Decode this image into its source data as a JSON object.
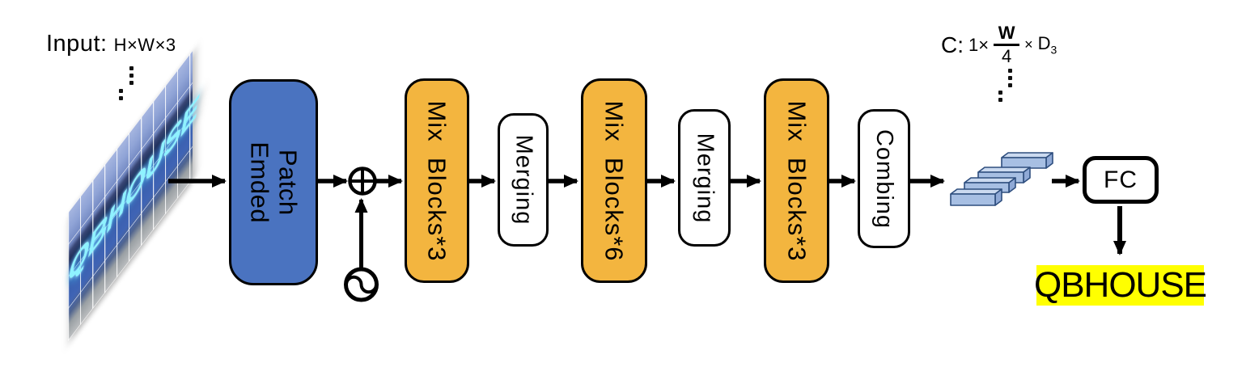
{
  "input": {
    "label": "Input:",
    "dims": "H×W×3",
    "image_text": "QBHOUSE"
  },
  "pipeline": {
    "patch_embed": "Patch Emded",
    "mix_blocks_1": "Mix  Blocks*3",
    "merging_1": "Merging",
    "mix_blocks_2": "Mix  Blocks*6",
    "merging_2": "Merging",
    "mix_blocks_3": "Mix  Blocks*3",
    "combing": "Combing",
    "fc": "FC"
  },
  "feature_shape": {
    "prefix": "C:",
    "batch": "1×",
    "numerator": "W",
    "denominator": "4",
    "times": "×",
    "dim": "D",
    "dim_subscript": "3"
  },
  "output": {
    "text": "QBHOUSE",
    "highlight_color": "#FFFF00"
  },
  "colors": {
    "patch_embed_fill": "#4A73C0",
    "mix_block_fill": "#F3B53F",
    "plain_block_fill": "#FFFFFF",
    "outline": "#000000",
    "cuboid_front": "#A7BFE3",
    "cuboid_top": "#CBDAF0",
    "cuboid_side": "#8FA9D6",
    "sign_text_color": "#8FF2FF"
  }
}
